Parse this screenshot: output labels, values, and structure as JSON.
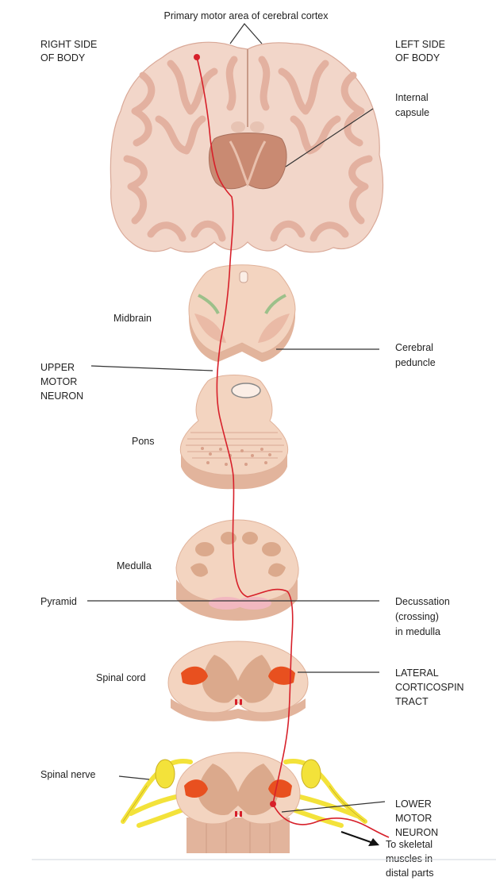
{
  "labels": {
    "cortex": "Primary motor area of cerebral cortex",
    "right_side": [
      "RIGHT SIDE",
      "OF BODY"
    ],
    "left_side": [
      "LEFT SIDE",
      "OF BODY"
    ],
    "internal_capsule": [
      "Internal",
      "capsule"
    ],
    "midbrain": "Midbrain",
    "cerebral_peduncle": [
      "Cerebral",
      "peduncle"
    ],
    "upper_motor_neuron": [
      "UPPER",
      "MOTOR",
      "NEURON"
    ],
    "pons": "Pons",
    "medulla": "Medulla",
    "pyramid": "Pyramid",
    "decussation": [
      "Decussation",
      "(crossing)",
      "in medulla"
    ],
    "spinal_cord": "Spinal cord",
    "lateral_tract": [
      "LATERAL",
      "CORTICOSPIN",
      "TRACT"
    ],
    "spinal_nerve": "Spinal nerve",
    "lower_motor_neuron": [
      "LOWER",
      "MOTOR",
      "NEURON"
    ],
    "to_muscles": [
      "To skeletal",
      "muscles in",
      "distal parts"
    ]
  },
  "colors": {
    "brain_tissue": "#f2d6c9",
    "gyrus_fold": "#e3b1a0",
    "deep_nuclei": "#c98a72",
    "section_face": "#f3d4c0",
    "section_edge": "#e2b49c",
    "gray_matter": "#dba98c",
    "tract_red": "#d7202a",
    "lateral_tract_fill": "#e8501f",
    "nerve_yellow": "#f3e23a",
    "pyramid_pink": "#f2b8c0",
    "midbrain_green": "#9cc08a"
  }
}
